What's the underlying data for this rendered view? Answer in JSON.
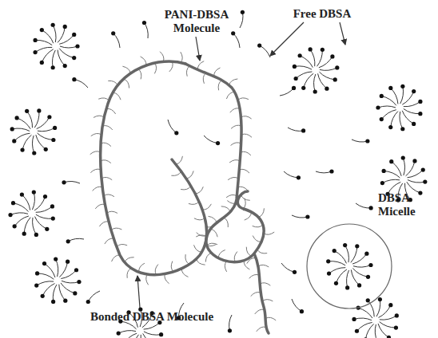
{
  "diagram": {
    "nodes": [
      {
        "text": [
          "DBSA Micelle"
        ]
      }
    ],
    "labels": [
      "PANI-DBSA Molecule",
      "Free DBSA",
      "Bonded DBSA Molecule"
    ]
  }
}
